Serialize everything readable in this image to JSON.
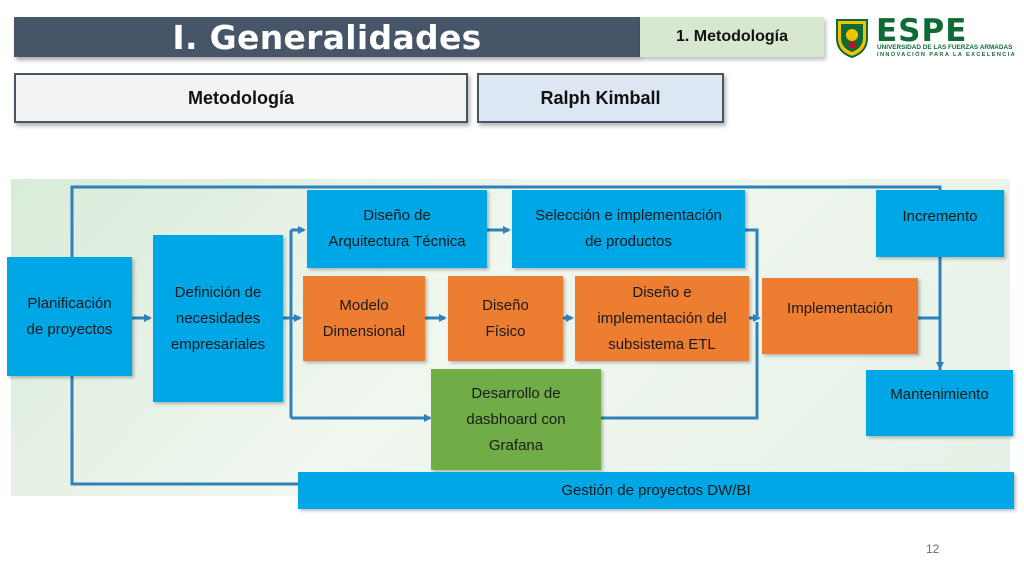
{
  "header": {
    "title": "I. Generalidades",
    "section": "1. Metodología"
  },
  "logo": {
    "brand": "ESPE",
    "line1": "UNIVERSIDAD DE LAS FUERZAS ARMADAS",
    "line2": "INNOVACIÓN PARA LA EXCELENCIA",
    "crest_colors": [
      "#f2c300",
      "#0f6b35",
      "#c8102e"
    ]
  },
  "labels": {
    "methodology": "Metodología",
    "method_value": "Ralph Kimball"
  },
  "diagram": {
    "nodes": {
      "planificacion": "Planificación\nde proyectos",
      "definicion": "Definición de\nnecesidades\nempresariales",
      "arquitectura": "Diseño de\nArquitectura Técnica",
      "seleccion": "Selección e implementación\nde productos",
      "modelo": "Modelo\nDimensional",
      "fisico": "Diseño\nFísico",
      "etl": "Diseño e\nimplementación del\nsubsistema ETL",
      "dashboard": "Desarrollo de\ndasbhoard con\nGrafana",
      "incremento": "Incremento",
      "implementacion": "Implementación",
      "mantenimiento": "Mantenimiento",
      "gestion": "Gestión de proyectos DW/BI"
    },
    "colors": {
      "blue": "#00a7e6",
      "orange": "#ed7d31",
      "green": "#70ad47",
      "connector": "#2f82b9"
    }
  },
  "page": {
    "number": "12"
  }
}
